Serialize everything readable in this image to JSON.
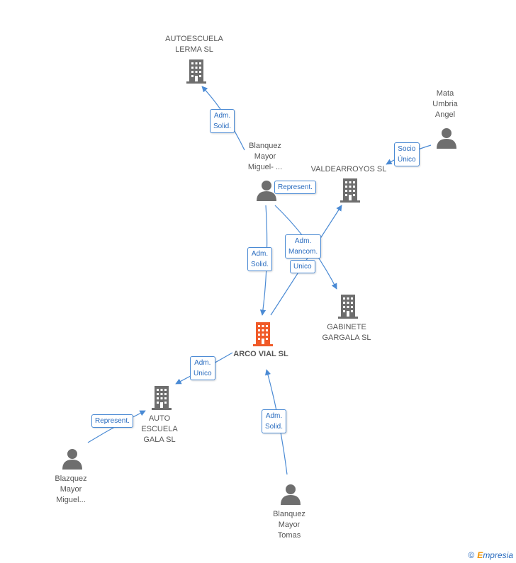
{
  "nodes": {
    "arco_vial": {
      "label": "ARCO VIAL SL",
      "type": "company-main"
    },
    "autoescuela_lerma": {
      "label": "AUTOESCUELA\nLERMA SL",
      "type": "company"
    },
    "valdearroyos": {
      "label": "VALDEARROYOS SL",
      "type": "company"
    },
    "gabinete_gargala": {
      "label": "GABINETE\nGARGALA SL",
      "type": "company"
    },
    "auto_escuela_gala": {
      "label": "AUTO\nESCUELA\nGALA SL",
      "type": "company"
    },
    "blanquez_miguel": {
      "label": "Blanquez\nMayor\nMiguel- ...",
      "type": "person"
    },
    "mata_umbria": {
      "label": "Mata\nUmbria\nAngel",
      "type": "person"
    },
    "blazquez_miguel": {
      "label": "Blazquez\nMayor\nMiguel...",
      "type": "person"
    },
    "blanquez_tomas": {
      "label": "Blanquez\nMayor\nTomas",
      "type": "person"
    }
  },
  "edge_labels": {
    "adm_solid_lerma": "Adm.\nSolid.",
    "socio_unico": "Socio\nÚnico",
    "represent_valdearroyos": "Represent.",
    "adm_solid_arco": "Adm.\nSolid.",
    "adm_mancom": "Adm.\nMancom.",
    "unico": "Unico",
    "adm_unico_gala": "Adm.\nUnico",
    "represent_gala": "Represent.",
    "adm_solid_tomas": "Adm.\nSolid."
  },
  "colors": {
    "edge": "#4a8ad4",
    "company": "#6e6e6e",
    "company_main": "#f05a28",
    "person": "#6e6e6e"
  },
  "brand": {
    "copyright": "©",
    "name_initial": "E",
    "name_rest": "mpresia"
  }
}
